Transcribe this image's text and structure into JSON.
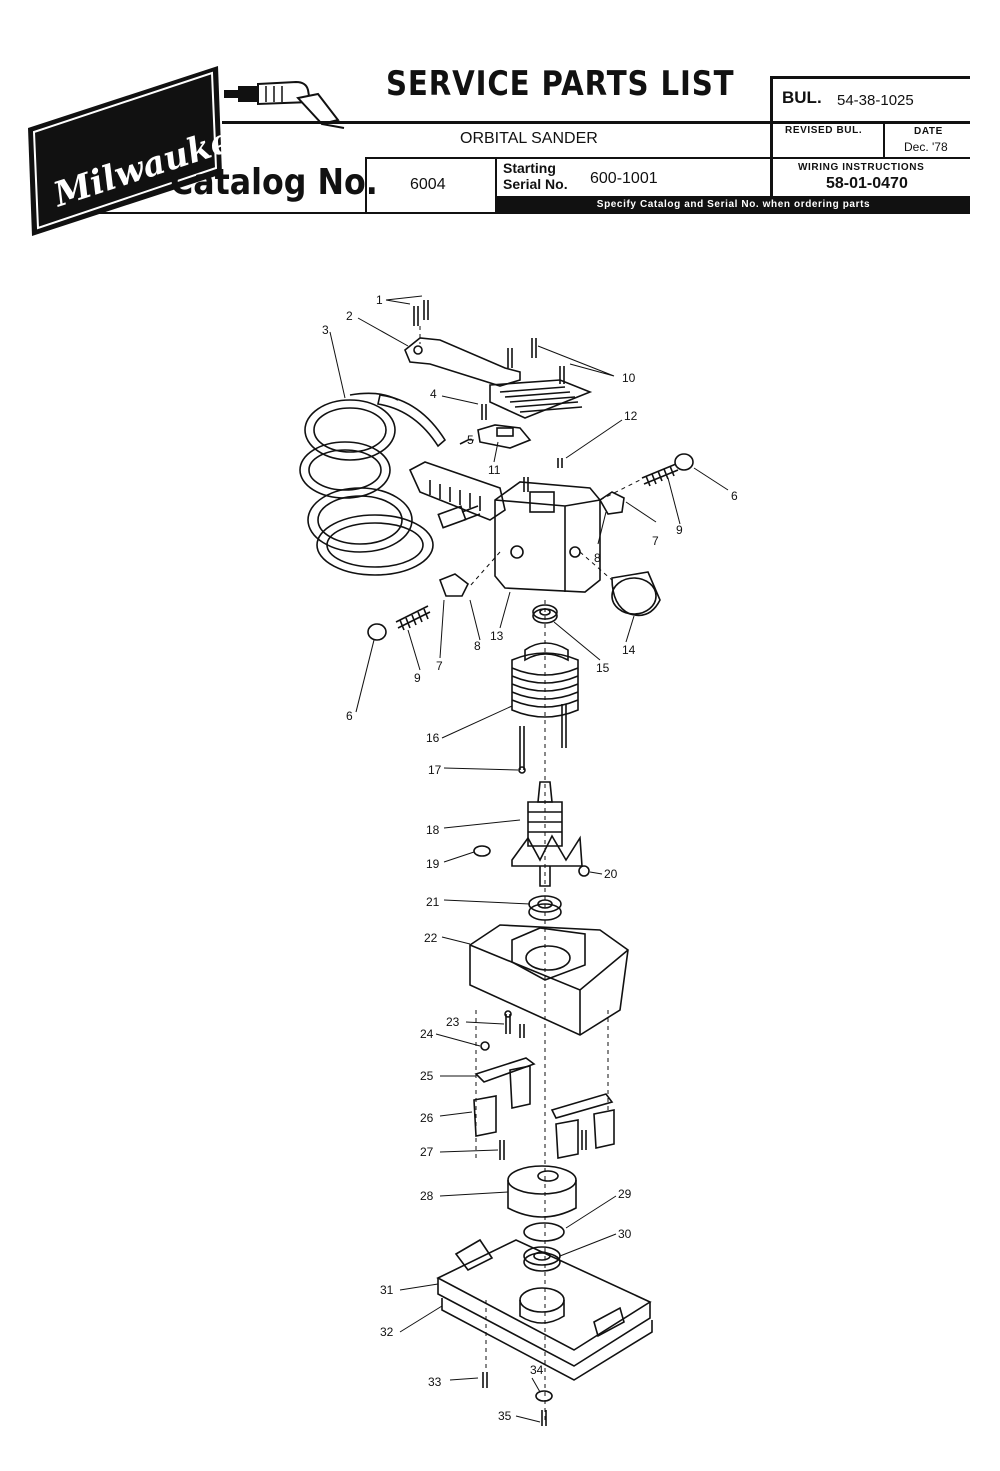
{
  "header": {
    "brand": "Milwaukee",
    "title": "SERVICE PARTS LIST",
    "product_name": "ORBITAL SANDER",
    "catalog_label": "Catalog No.",
    "catalog_number": "6004",
    "starting_label": "Starting",
    "serial_label": "Serial No.",
    "serial_number": "600-1001",
    "bulletin_label": "BUL.",
    "bulletin_number": "54-38-1025",
    "revised_label": "REVISED BUL.",
    "date_label": "DATE",
    "date_value": "Dec. '78",
    "wiring_label": "WIRING INSTRUCTIONS",
    "wiring_number": "58-01-0470",
    "ordering_note": "Specify Catalog and Serial No. when ordering parts"
  },
  "parts": [
    "1",
    "2",
    "3",
    "4",
    "5",
    "6",
    "7",
    "8",
    "9",
    "10",
    "11",
    "12",
    "13",
    "14",
    "15",
    "16",
    "17",
    "18",
    "19",
    "20",
    "21",
    "22",
    "23",
    "24",
    "25",
    "26",
    "27",
    "28",
    "29",
    "30",
    "31",
    "32",
    "33",
    "34",
    "35"
  ],
  "callouts": {
    "p1": "1",
    "p2": "2",
    "p3": "3",
    "p4": "4",
    "p5": "5",
    "p6a": "6",
    "p6b": "6",
    "p7a": "7",
    "p7b": "7",
    "p8a": "8",
    "p8b": "8",
    "p9a": "9",
    "p9b": "9",
    "p10": "10",
    "p11": "11",
    "p12": "12",
    "p13": "13",
    "p14": "14",
    "p15": "15",
    "p16": "16",
    "p17": "17",
    "p18": "18",
    "p19": "19",
    "p20": "20",
    "p21": "21",
    "p22": "22",
    "p23": "23",
    "p24": "24",
    "p25": "25",
    "p26": "26",
    "p27": "27",
    "p28": "28",
    "p29": "29",
    "p30": "30",
    "p31": "31",
    "p32": "32",
    "p33": "33",
    "p34": "34",
    "p35": "35"
  },
  "icons": {
    "logo": "milwaukee-logo",
    "drill": "drill-icon"
  }
}
